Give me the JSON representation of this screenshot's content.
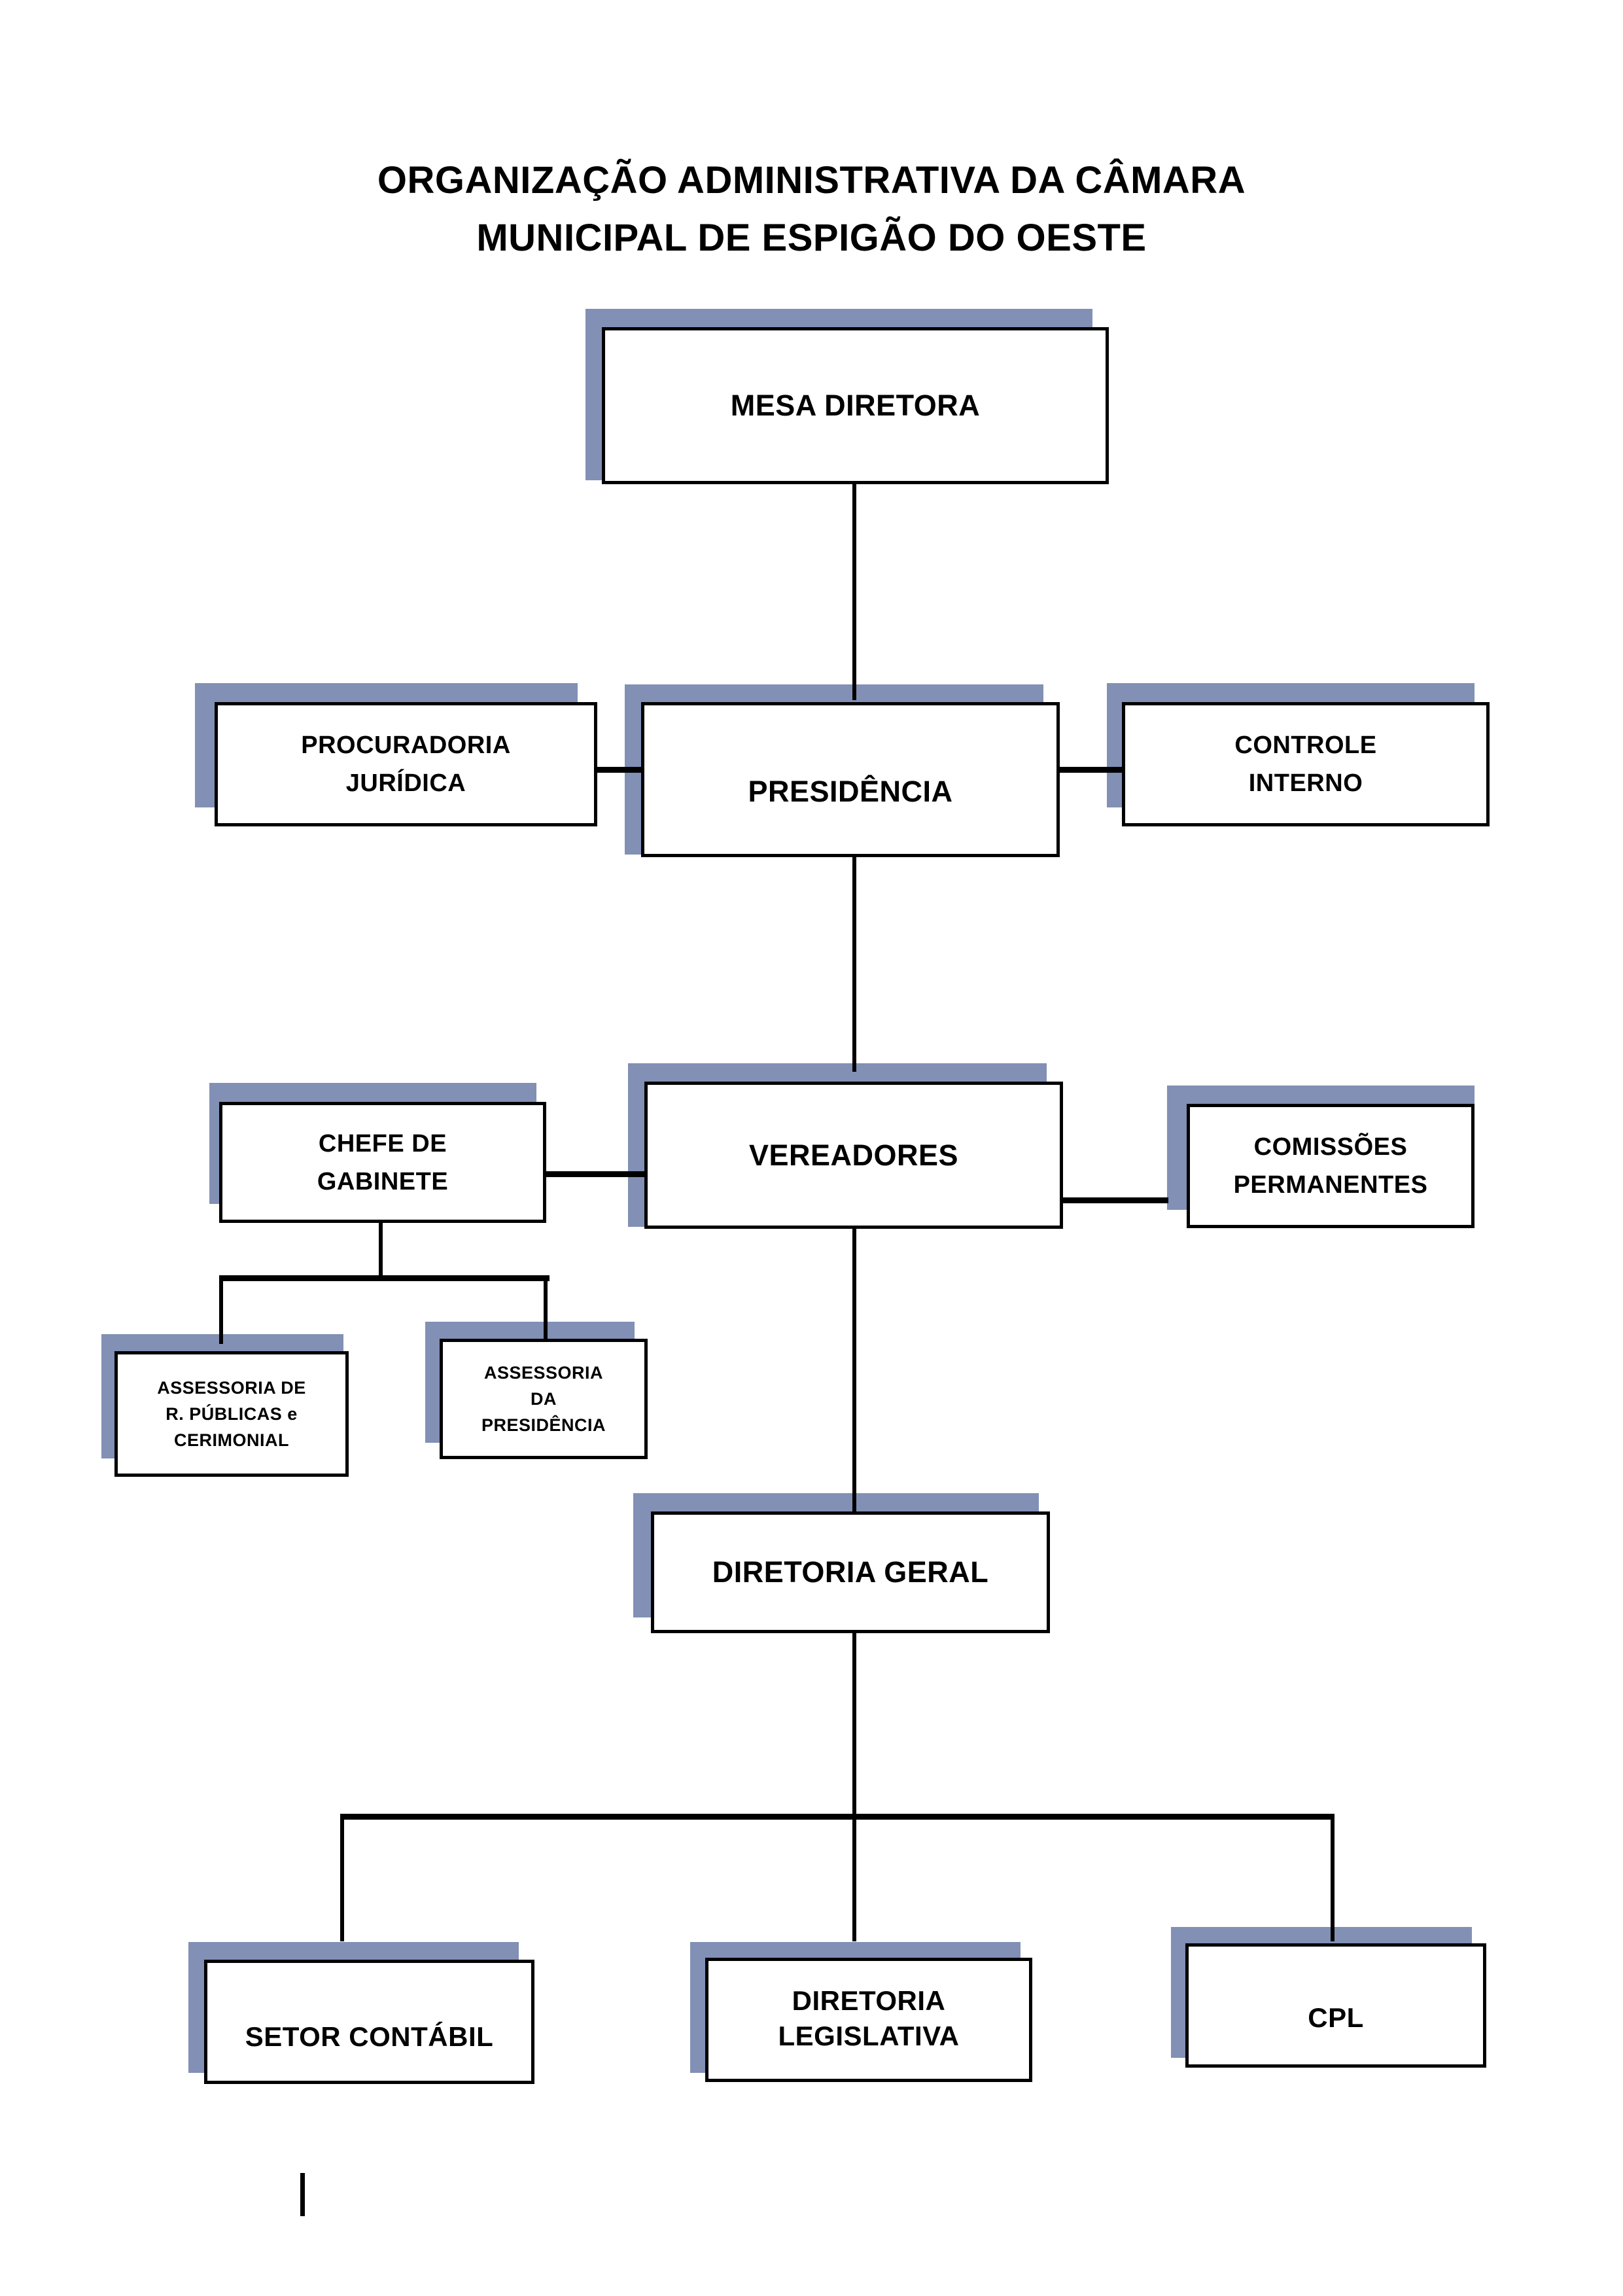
{
  "title": {
    "line1": "ORGANIZAÇÃO ADMINISTRATIVA DA CÂMARA",
    "line2": "MUNICIPAL DE ESPIGÃO DO OESTE"
  },
  "colors": {
    "shadow": "#8190b4",
    "border": "#000000",
    "fill": "#ffffff",
    "text": "#000000"
  },
  "chart_data": {
    "type": "diagram",
    "subtype": "organizational-chart",
    "title": "ORGANIZAÇÃO ADMINISTRATIVA DA CÂMARA MUNICIPAL DE ESPIGÃO DO OESTE",
    "nodes": [
      {
        "id": "mesa_diretora",
        "label": "MESA DIRETORA",
        "level": 1
      },
      {
        "id": "presidencia",
        "label": "PRESIDÊNCIA",
        "level": 2
      },
      {
        "id": "procuradoria_juridica",
        "label": "PROCURADORIA\nJURÍDICA",
        "level": 2
      },
      {
        "id": "controle_interno",
        "label": "CONTROLE\nINTERNO",
        "level": 2
      },
      {
        "id": "vereadores",
        "label": "VEREADORES",
        "level": 3
      },
      {
        "id": "chefe_de_gabinete",
        "label": "CHEFE DE\nGABINETE",
        "level": 3
      },
      {
        "id": "comissoes_permanentes",
        "label": "COMISSÕES\nPERMANENTES",
        "level": 3
      },
      {
        "id": "assessoria_rp",
        "label": "ASSESSORIA DE\nR. PÚBLICAS e\nCERIMONIAL",
        "level": 4
      },
      {
        "id": "assessoria_presidencia",
        "label": "ASSESSORIA\nDA\nPRESIDÊNCIA",
        "level": 4
      },
      {
        "id": "diretoria_geral",
        "label": "DIRETORIA GERAL",
        "level": 4
      },
      {
        "id": "setor_contabil",
        "label": "SETOR CONTÁBIL",
        "level": 5
      },
      {
        "id": "diretoria_legislativa",
        "label": "DIRETORIA\nLEGISLATIVA",
        "level": 5
      },
      {
        "id": "cpl",
        "label": "CPL",
        "level": 5
      }
    ],
    "edges": [
      {
        "from": "mesa_diretora",
        "to": "presidencia"
      },
      {
        "from": "presidencia",
        "to": "procuradoria_juridica"
      },
      {
        "from": "presidencia",
        "to": "controle_interno"
      },
      {
        "from": "presidencia",
        "to": "vereadores"
      },
      {
        "from": "vereadores",
        "to": "chefe_de_gabinete"
      },
      {
        "from": "vereadores",
        "to": "comissoes_permanentes"
      },
      {
        "from": "chefe_de_gabinete",
        "to": "assessoria_rp"
      },
      {
        "from": "chefe_de_gabinete",
        "to": "assessoria_presidencia"
      },
      {
        "from": "vereadores",
        "to": "diretoria_geral"
      },
      {
        "from": "diretoria_geral",
        "to": "setor_contabil"
      },
      {
        "from": "diretoria_geral",
        "to": "diretoria_legislativa"
      },
      {
        "from": "diretoria_geral",
        "to": "cpl"
      }
    ]
  }
}
